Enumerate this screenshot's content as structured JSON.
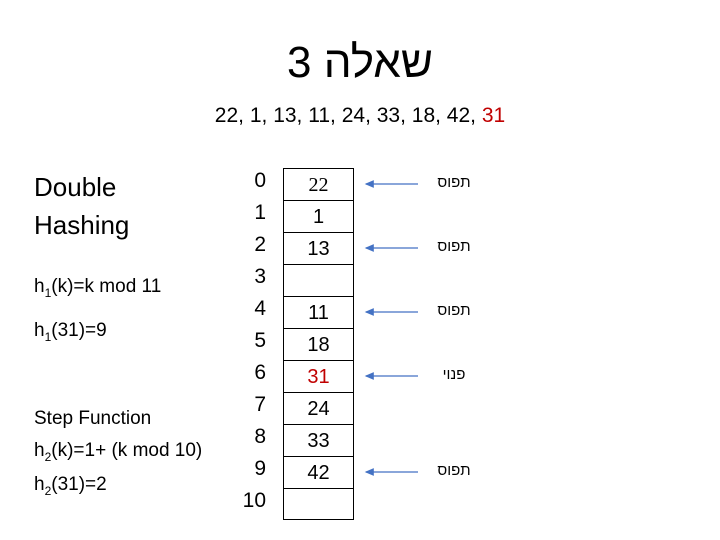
{
  "title": "שאלה 3",
  "sequence": {
    "keys": [
      "22",
      "1",
      "13",
      "11",
      "24",
      "33",
      "18",
      "42",
      "31"
    ],
    "highlighted_key": "31",
    "highlight_color": "#c00000"
  },
  "method": {
    "line1": "Double",
    "line2": "Hashing"
  },
  "formulas": {
    "h1_def": {
      "prefix": "h",
      "sub": "1",
      "rest": "(k)=k mod 11"
    },
    "h1_val": {
      "prefix": "h",
      "sub": "1",
      "rest": "(31)=9"
    },
    "step_title": "Step Function",
    "h2_def": {
      "prefix": "h",
      "sub": "2",
      "rest": "(k)=1+ (k mod 10)"
    },
    "h2_val": {
      "prefix": "h",
      "sub": "2",
      "rest": "(31)=2"
    }
  },
  "table": {
    "indices": [
      "0",
      "1",
      "2",
      "3",
      "4",
      "5",
      "6",
      "7",
      "8",
      "9",
      "10"
    ],
    "cells": [
      "22",
      "1",
      "13",
      "",
      "11",
      "18",
      "31",
      "24",
      "33",
      "42",
      ""
    ],
    "highlighted_index": 6
  },
  "probes": [
    {
      "slot": 0,
      "label": "תפוס"
    },
    {
      "slot": 2,
      "label": "תפוס"
    },
    {
      "slot": 4,
      "label": "תפוס"
    },
    {
      "slot": 6,
      "label": "פנוי"
    },
    {
      "slot": 9,
      "label": "תפוס"
    }
  ],
  "arrow_color": "#4472c4"
}
